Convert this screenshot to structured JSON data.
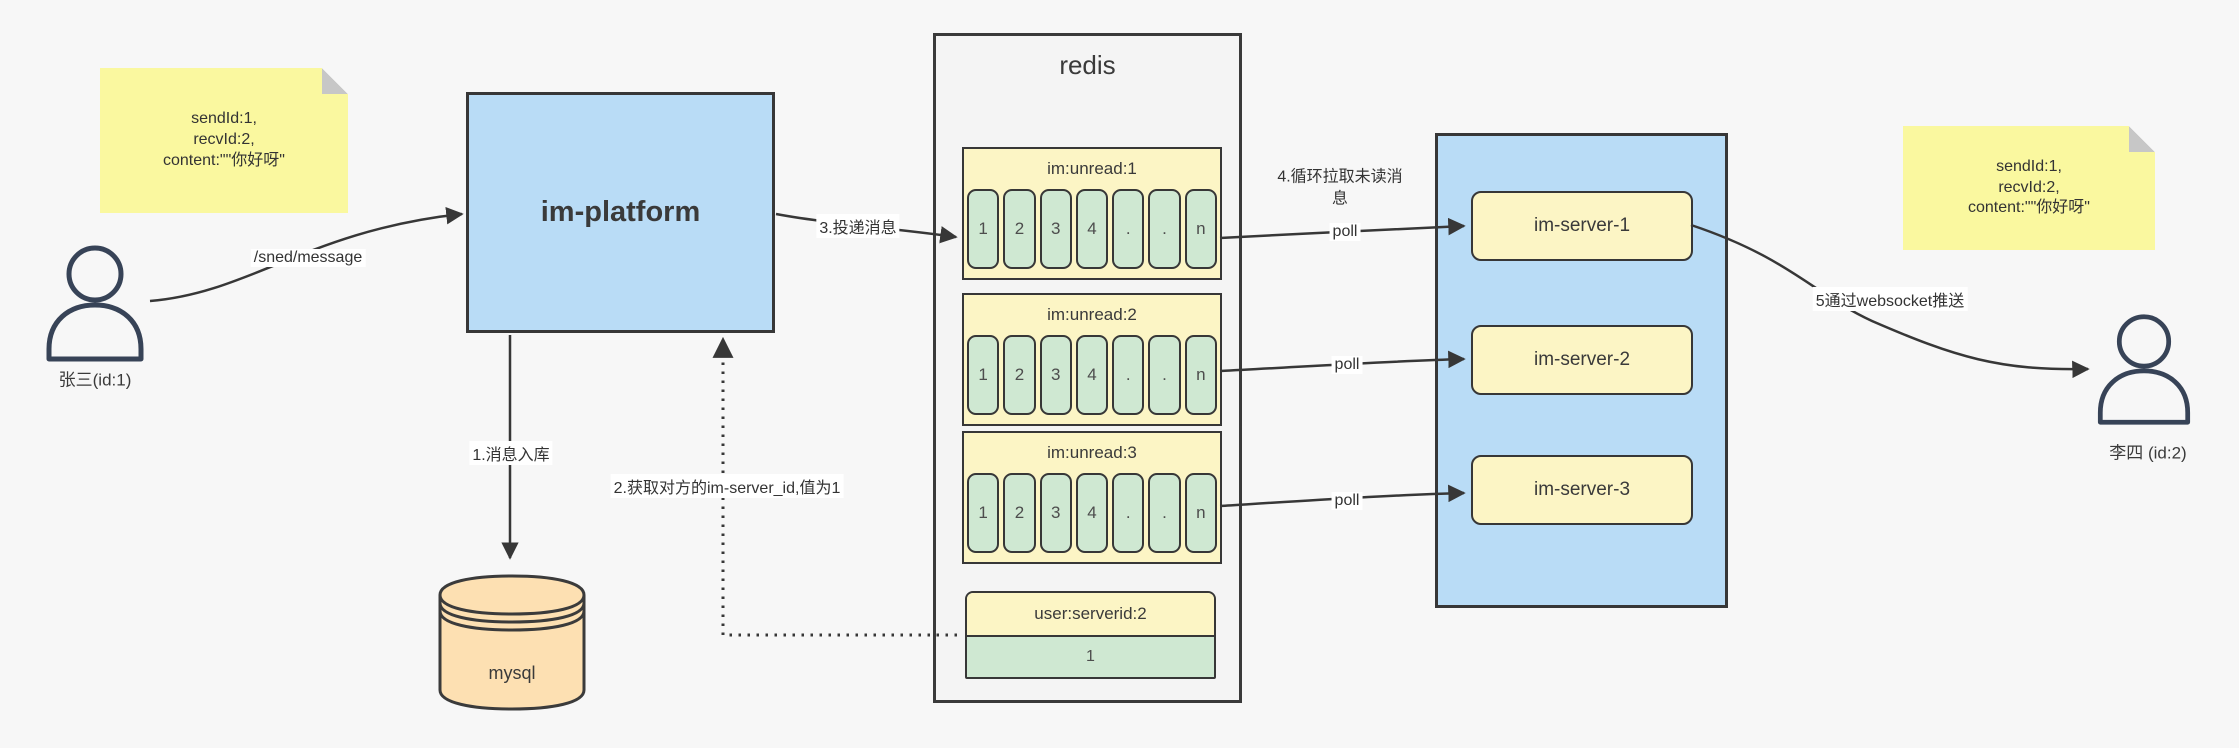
{
  "colors": {
    "background": "#f7f7f7",
    "stroke": "#373737",
    "blue_fill": "#b9dcf6",
    "note_yellow": "#faf89f",
    "cream_yellow": "#fcf5c5",
    "green_cell": "#cfe8d2",
    "mysql_tan": "#fde0b2"
  },
  "notes": {
    "left": {
      "lines": [
        "sendId:1,",
        "recvId:2,",
        "content:\"\"你好呀\""
      ]
    },
    "right": {
      "lines": [
        "sendId:1,",
        "recvId:2,",
        "content:\"\"你好呀\""
      ]
    }
  },
  "actors": {
    "sender": {
      "label": "张三(id:1)"
    },
    "receiver": {
      "label": "李四 (id:2)"
    }
  },
  "platform": {
    "label": "im-platform"
  },
  "database": {
    "label": "mysql"
  },
  "redis": {
    "title": "redis",
    "queues": [
      {
        "title": "im:unread:1",
        "cells": [
          "1",
          "2",
          "3",
          "4",
          ".",
          ".",
          "n"
        ]
      },
      {
        "title": "im:unread:2",
        "cells": [
          "1",
          "2",
          "3",
          "4",
          ".",
          ".",
          "n"
        ]
      },
      {
        "title": "im:unread:3",
        "cells": [
          "1",
          "2",
          "3",
          "4",
          ".",
          ".",
          "n"
        ]
      }
    ],
    "kv": {
      "key": "user:serverid:2",
      "value": "1"
    }
  },
  "servers": {
    "items": [
      {
        "label": "im-server-1"
      },
      {
        "label": "im-server-2"
      },
      {
        "label": "im-server-3"
      }
    ]
  },
  "labels": {
    "send_api": "/sned/message",
    "step1": "1.消息入库",
    "step2": "2.获取对方的im-server_id,值为1",
    "step3": "3.投递消息",
    "step4": "4.循环拉取未读消息",
    "poll": "poll",
    "step5": "5通过websocket推送"
  }
}
